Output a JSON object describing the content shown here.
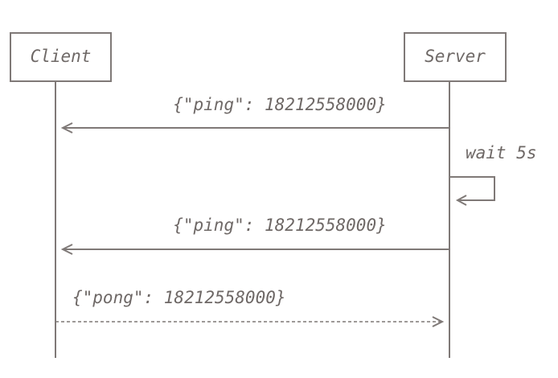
{
  "participants": {
    "client": "Client",
    "server": "Server"
  },
  "messages": [
    {
      "from": "server",
      "to": "client",
      "text": "{\"ping\": 18212558000}",
      "style": "solid"
    },
    {
      "from": "server",
      "to": "server",
      "text": "wait 5s",
      "style": "self"
    },
    {
      "from": "server",
      "to": "client",
      "text": "{\"ping\": 18212558000}",
      "style": "solid"
    },
    {
      "from": "client",
      "to": "server",
      "text": "{\"pong\": 18212558000}",
      "style": "dashed"
    }
  ],
  "colors": {
    "stroke": "#7f7977",
    "text": "#6e6866"
  }
}
